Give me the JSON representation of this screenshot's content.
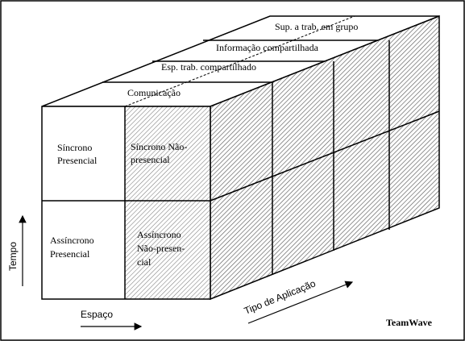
{
  "cells": {
    "front_top_left": [
      "Síncrono",
      "Presencial"
    ],
    "front_top_right": [
      "Síncrono Não-",
      "presencial"
    ],
    "front_bottom_left": [
      "Assíncrono",
      "Presencial"
    ],
    "front_bottom_right": [
      "Assíncrono",
      "Não-presen-",
      "cial"
    ]
  },
  "layers": [
    "Comunicação",
    "Esp. trab. compartilhado",
    "Informação compartilhada",
    "Sup. a trab. em grupo"
  ],
  "axes": {
    "vertical": "Tempo",
    "horizontal": "Espaço",
    "depth": "Tipo de Aplicação"
  },
  "brand": "TeamWave"
}
